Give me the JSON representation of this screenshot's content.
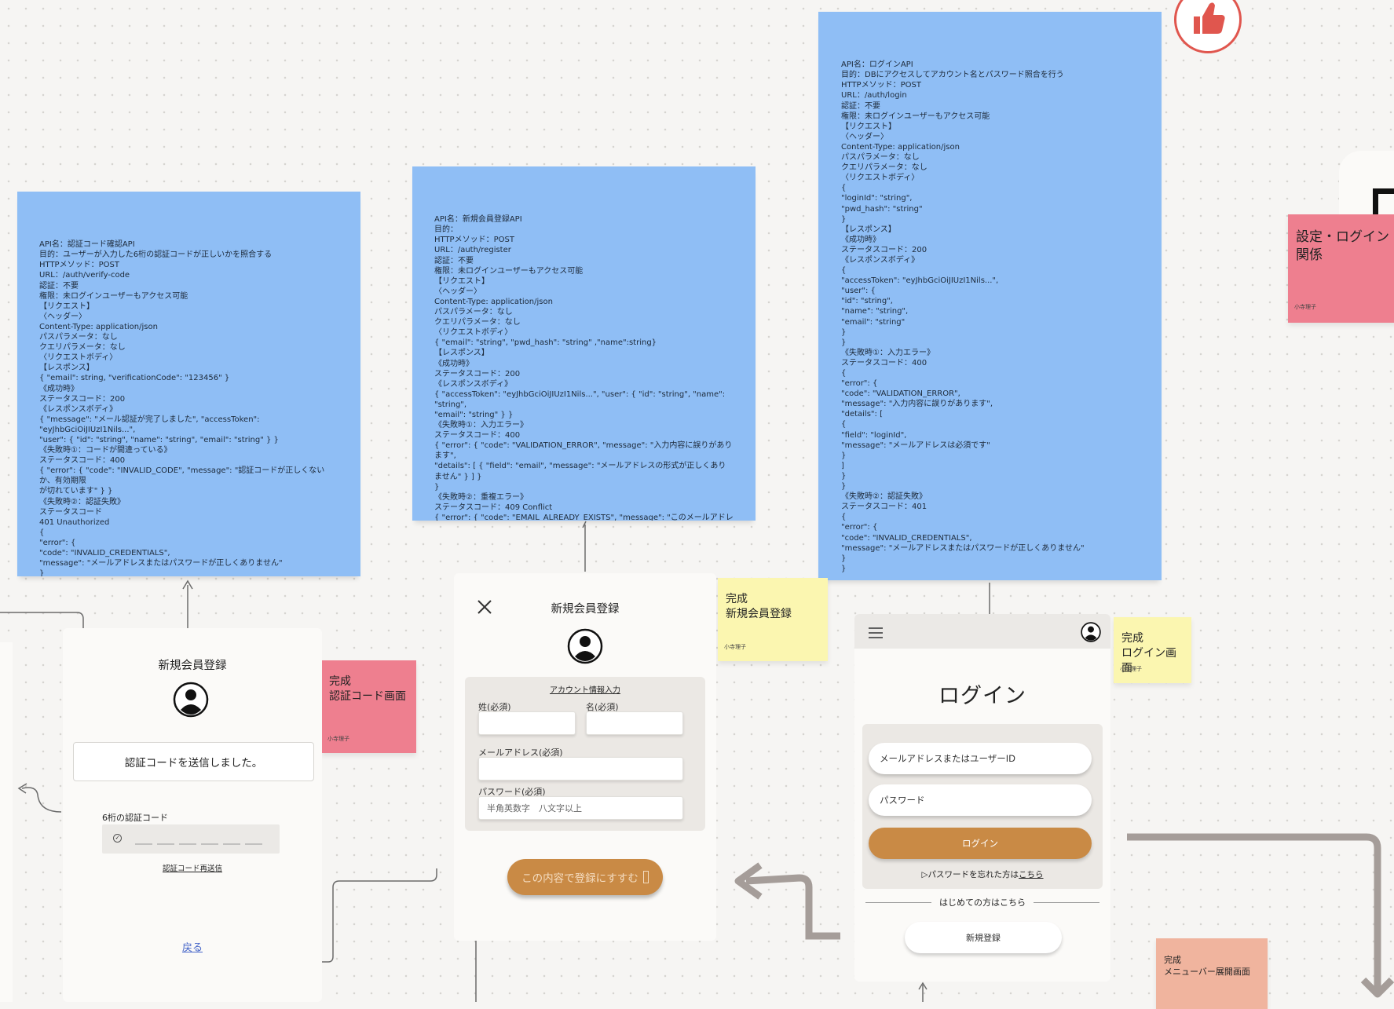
{
  "notes": {
    "verify_api": "API名：認証コード確認API\n目的：ユーザーが入力した6桁の認証コードが正しいかを照合する\nHTTPメソッド：POST\nURL：/auth/verify-code\n認証：不要\n権限：未ログインユーザーもアクセス可能\n【リクエスト】\n〈ヘッダー〉\nContent-Type: application/json\nパスパラメータ：なし\nクエリパラメータ：なし\n〈リクエストボディ〉\n【レスポンス】\n{ \"email\": string, \"verificationCode\": \"123456\" }\n《成功時》\nステータスコード：200\n《レスポンスボディ》\n{ \"message\": \"メール認証が完了しました\", \"accessToken\": \"eyJhbGciOiJIUzI1Nils...\",\n\"user\": { \"id\": \"string\", \"name\": \"string\", \"email\": \"string\" } }\n《失敗時①：コードが間違っている》\nステータスコード：400\n{ \"error\": { \"code\": \"INVALID_CODE\", \"message\": \"認証コードが正しくないか、有効期限\nが切れています\" } }\n《失敗時②：認証失敗》\nステータスコード\n401 Unauthorized\n{\n\"error\": {\n\"code\": \"INVALID_CREDENTIALS\",\n\"message\": \"メールアドレスまたはパスワードが正しくありません\"\n}\n}",
    "register_api": "API名：新規会員登録API\n目的：\nHTTPメソッド：POST\nURL：/auth/register\n認証：不要\n権限：未ログインユーザーもアクセス可能\n【リクエスト】\n〈ヘッダー〉\nContent-Type: application/json\nパスパラメータ：なし\nクエリパラメータ：なし\n〈リクエストボディ〉\n{ \"email\": \"string\", \"pwd_hash\": \"string\" ,\"name\":string}\n【レスポンス】\n《成功時》\nステータスコード：200\n《レスポンスボディ》\n{ \"accessToken\": \"eyJhbGciOiJIUzI1Nils...\", \"user\": { \"id\": \"string\", \"name\": \"string\",\n\"email\": \"string\" } }\n《失敗時①：入力エラー》\nステータスコード：400\n{ \"error\": { \"code\": \"VALIDATION_ERROR\", \"message\": \"入力内容に誤りがあります\",\n\"details\": [ { \"field\": \"email\", \"message\": \"メールアドレスの形式が正しくありません\" } ] }\n}\n《失敗時②：重複エラー》\nステータスコード：409 Conflict\n{ \"error\": { \"code\": \"EMAIL_ALREADY_EXISTS\", \"message\": \"このメールアドレスは既に登\n録されています\" } }",
    "login_api": "API名：ログインAPI\n目的：DBにアクセスしてアカウント名とパスワード照合を行う\nHTTPメソッド：POST\nURL：/auth/login\n認証：不要\n権限：未ログインユーザーもアクセス可能\n【リクエスト】\n〈ヘッダー〉\nContent-Type: application/json\nパスパラメータ：なし\nクエリパラメータ：なし\n〈リクエストボディ〉\n{\n\"loginId\": \"string\",\n\"pwd_hash\": \"string\"\n}\n【レスポンス】\n《成功時》\nステータスコード：200\n《レスポンスボディ》\n{\n\"accessToken\": \"eyJhbGciOiJIUzI1Nils...\",\n\"user\": {\n\"id\": \"string\",\n\"name\": \"string\",\n\"email\": \"string\"\n}\n}\n《失敗時①：入力エラー》\nステータスコード：400\n{\n\"error\": {\n\"code\": \"VALIDATION_ERROR\",\n\"message\": \"入力内容に誤りがあります\",\n\"details\": [\n{\n\"field\": \"loginId\",\n\"message\": \"メールアドレスは必須です\"\n}\n]\n}\n}\n《失敗時②：認証失敗》\nステータスコード：401\n{\n\"error\": {\n\"code\": \"INVALID_CREDENTIALS\",\n\"message\": \"メールアドレスまたはパスワードが正しくありません\"\n}\n}"
  },
  "stickies": {
    "verify_done": {
      "text": "完成\n認証コード画面",
      "author": "小寺理子",
      "color": "#ee7f8f"
    },
    "register_done": {
      "text": "完成\n新規会員登録",
      "author": "小寺理子",
      "color": "#fbf6b0"
    },
    "login_done": {
      "text": "完成\nログイン画面",
      "author": "小寺理子",
      "color": "#fbf6b0"
    },
    "settings": {
      "text": "設定・ログイン\n関係",
      "author": "小寺理子",
      "color": "#ee7f8f"
    },
    "menu_done": {
      "text": "完成\nメニューバー展開画面",
      "color": "#f0b49e"
    }
  },
  "verify_screen": {
    "title": "新規会員登録",
    "message": "認証コードを送信しました。",
    "code_label": "6桁の認証コード",
    "resend": "認証コード再送信",
    "back": "戻る"
  },
  "register_screen": {
    "title": "新規会員登録",
    "section": "アカウント情報入力",
    "last_name_label": "姓(必須)",
    "first_name_label": "名(必須)",
    "email_label": "メールアドレス(必須)",
    "password_label": "パスワード(必須)",
    "password_placeholder": "半角英数字　八文字以上",
    "submit": "この内容で登録にすすむ"
  },
  "login_screen": {
    "title": "ログイン",
    "id_placeholder": "メールアドレスまたはユーザーID",
    "password_placeholder": "パスワード",
    "login_button": "ログイン",
    "forgot_prefix": "▷パスワードを忘れた方は",
    "forgot_link": "こちら",
    "first_time": "はじめての方はこちら",
    "signup_button": "新規登録"
  },
  "colors": {
    "note_blue": "#8fbef5",
    "accent_orange": "#c98a45",
    "connector_gray": "#a59d99",
    "like_red": "#e0564e"
  }
}
